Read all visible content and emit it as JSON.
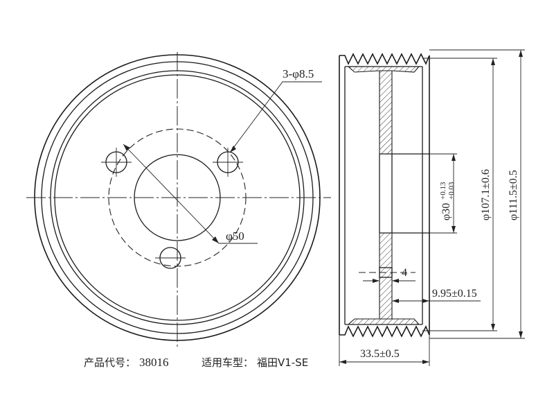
{
  "labels": {
    "hole_callout": "3-φ8.5",
    "bolt_circle": "φ50",
    "bore": "φ30",
    "bore_tol_upper": "+0.13",
    "bore_tol_lower": "+0.03",
    "groove_dia": "φ107.1±0.6",
    "outer_dia": "φ111.5±0.5",
    "web_thickness": "4",
    "offset": "9.95±0.15",
    "overall_width": "33.5±0.5"
  },
  "footer": {
    "product_code_label": "产品代号：",
    "product_code": "38016",
    "vehicle_label": "适用车型：",
    "vehicle": "福田V1-SE"
  }
}
